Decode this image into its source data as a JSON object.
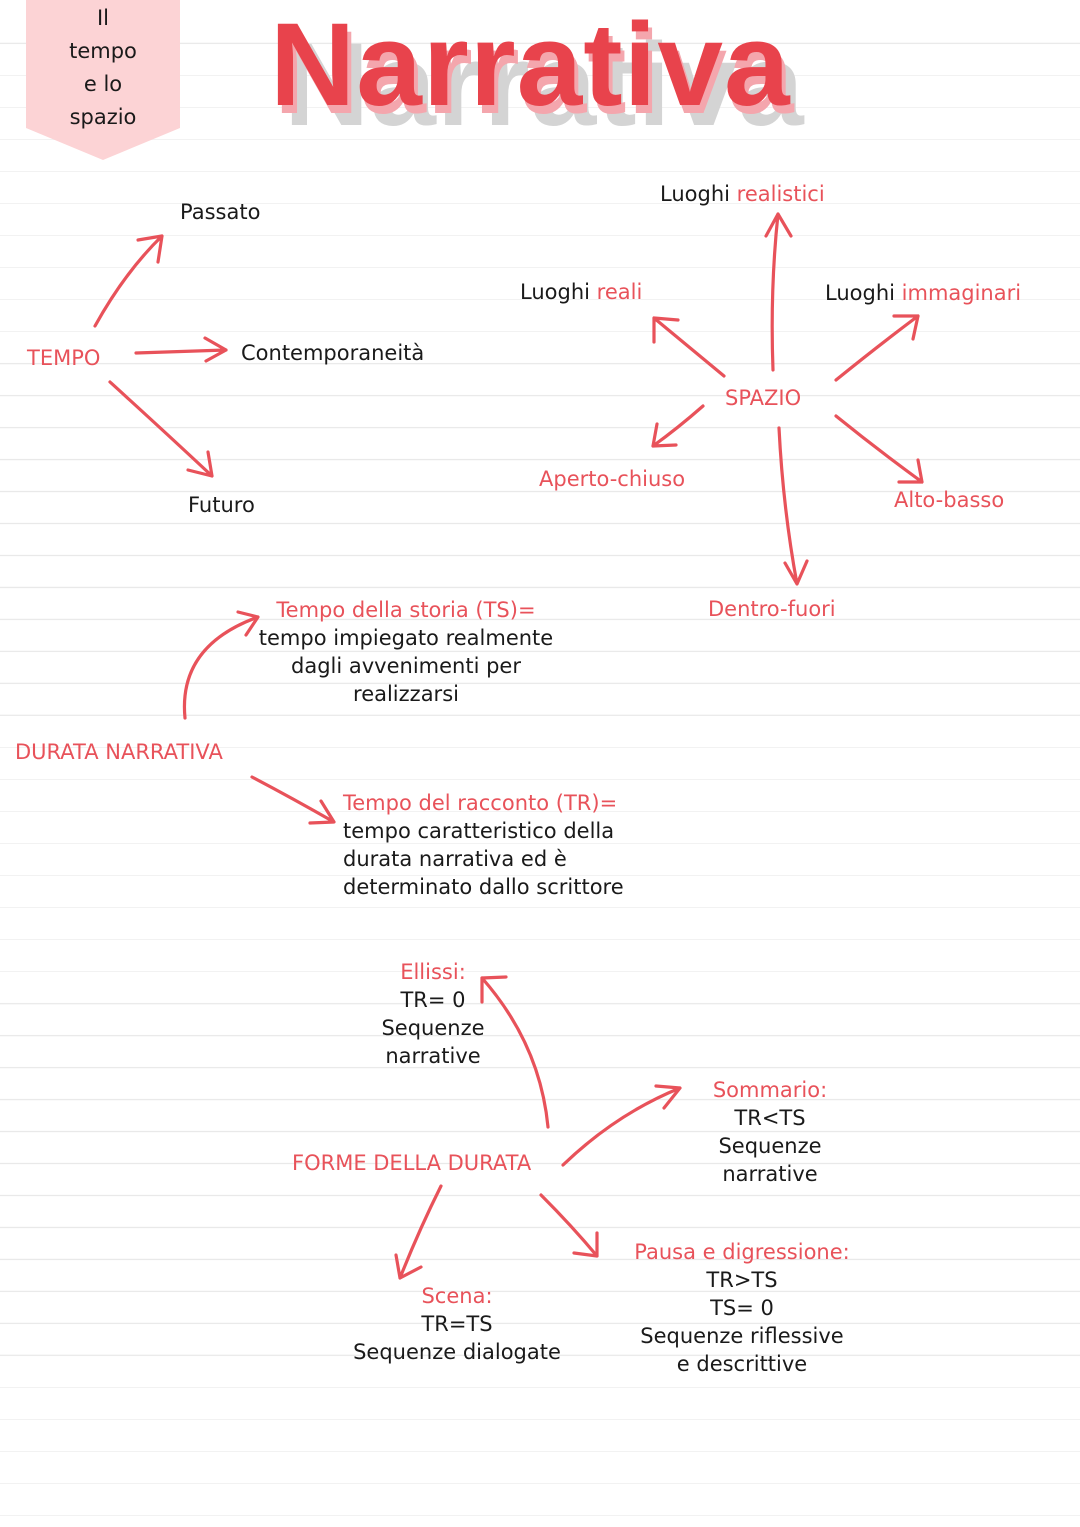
{
  "corner_tag": {
    "text": "Il\ntempo\ne lo\nspazio"
  },
  "title": "Narrativa",
  "tempo": {
    "center": "TEMPO",
    "passato": "Passato",
    "contemporaneita": "Contemporaneità",
    "futuro": "Futuro"
  },
  "spazio": {
    "center": "SPAZIO",
    "realistici_prefix": "Luoghi",
    "realistici_word": "realistici",
    "reali_prefix": "Luoghi",
    "reali_word": "reali",
    "immaginari_prefix": "Luoghi",
    "immaginari_word": "immaginari",
    "aperto_chiuso": "Aperto-chiuso",
    "alto_basso": "Alto-basso",
    "dentro_fuori": "Dentro-fuori"
  },
  "durata": {
    "center": "DURATA NARRATIVA",
    "ts_title": "Tempo della storia (TS)=",
    "ts_line1": "tempo impiegato realmente",
    "ts_line2": "dagli avvenimenti per",
    "ts_line3": "realizzarsi",
    "tr_title": "Tempo del racconto (TR)=",
    "tr_line1": "tempo caratteristico della",
    "tr_line2": "durata narrativa ed è",
    "tr_line3": "determinato dallo scrittore"
  },
  "forme": {
    "center": "FORME DELLA DURATA",
    "ellissi_title": "Ellissi:",
    "ellissi_line1": "TR= 0",
    "ellissi_line2": "Sequenze",
    "ellissi_line3": "narrative",
    "sommario_title": "Sommario:",
    "sommario_line1": "TR<TS",
    "sommario_line2": "Sequenze",
    "sommario_line3": "narrative",
    "scena_title": "Scena:",
    "scena_line1": "TR=TS",
    "scena_line2": "Sequenze dialogate",
    "pausa_title": "Pausa e digressione:",
    "pausa_line1": "TR>TS",
    "pausa_line2": "TS= 0",
    "pausa_line3": "Sequenze riflessive",
    "pausa_line4": "e descrittive"
  },
  "colors": {
    "accent_red": "#e8525a",
    "title_red": "#e8434c",
    "tag_pink": "#fcd3d5",
    "text_black": "#1a1a1a"
  }
}
